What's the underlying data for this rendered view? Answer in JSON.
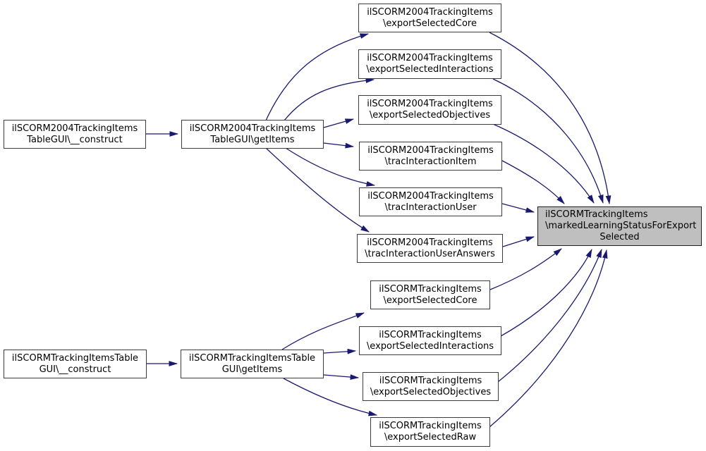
{
  "style": {
    "background": "#ffffff",
    "edge": "#191970",
    "node_border": "#3c3c3c",
    "node_fill": "#ffffff",
    "highlight_fill": "#bfbfbf",
    "highlight_border": "#1f1f1f",
    "text": "#000000"
  },
  "graph": {
    "type": "call-graph",
    "highlighted_node": "ilSCORMTrackingItems\\markedLearningStatusForExportSelected"
  },
  "nodes": [
    {
      "lines": [
        "ilSCORM2004TrackingItems",
        "TableGUI\\__construct"
      ]
    },
    {
      "lines": [
        "ilSCORM2004TrackingItems",
        "TableGUI\\getItems"
      ]
    },
    {
      "lines": [
        "ilSCORM2004TrackingItems",
        "\\exportSelectedCore"
      ]
    },
    {
      "lines": [
        "ilSCORM2004TrackingItems",
        "\\exportSelectedInteractions"
      ]
    },
    {
      "lines": [
        "ilSCORM2004TrackingItems",
        "\\exportSelectedObjectives"
      ]
    },
    {
      "lines": [
        "ilSCORM2004TrackingItems",
        "\\tracInteractionItem"
      ]
    },
    {
      "lines": [
        "ilSCORM2004TrackingItems",
        "\\tracInteractionUser"
      ]
    },
    {
      "lines": [
        "ilSCORM2004TrackingItems",
        "\\tracInteractionUserAnswers"
      ]
    },
    {
      "lines": [
        "ilSCORMTrackingItems",
        "\\exportSelectedCore"
      ]
    },
    {
      "lines": [
        "ilSCORMTrackingItems",
        "\\exportSelectedInteractions"
      ]
    },
    {
      "lines": [
        "ilSCORMTrackingItems",
        "\\exportSelectedObjectives"
      ]
    },
    {
      "lines": [
        "ilSCORMTrackingItems",
        "\\exportSelectedRaw"
      ]
    },
    {
      "lines": [
        "ilSCORMTrackingItems",
        "\\markedLearningStatusForExport",
        "Selected"
      ]
    },
    {
      "lines": [
        "ilSCORMTrackingItemsTable",
        "GUI\\__construct"
      ]
    },
    {
      "lines": [
        "ilSCORMTrackingItemsTable",
        "GUI\\getItems"
      ]
    }
  ],
  "edges": [
    {
      "from": 0,
      "to": 1
    },
    {
      "from": 1,
      "to": 2
    },
    {
      "from": 1,
      "to": 3
    },
    {
      "from": 1,
      "to": 4
    },
    {
      "from": 1,
      "to": 5
    },
    {
      "from": 1,
      "to": 6
    },
    {
      "from": 1,
      "to": 7
    },
    {
      "from": 2,
      "to": 12
    },
    {
      "from": 3,
      "to": 12
    },
    {
      "from": 4,
      "to": 12
    },
    {
      "from": 5,
      "to": 12
    },
    {
      "from": 6,
      "to": 12
    },
    {
      "from": 7,
      "to": 12
    },
    {
      "from": 13,
      "to": 14
    },
    {
      "from": 14,
      "to": 8
    },
    {
      "from": 14,
      "to": 9
    },
    {
      "from": 14,
      "to": 10
    },
    {
      "from": 14,
      "to": 11
    },
    {
      "from": 8,
      "to": 12
    },
    {
      "from": 9,
      "to": 12
    },
    {
      "from": 10,
      "to": 12
    },
    {
      "from": 11,
      "to": 12
    }
  ]
}
